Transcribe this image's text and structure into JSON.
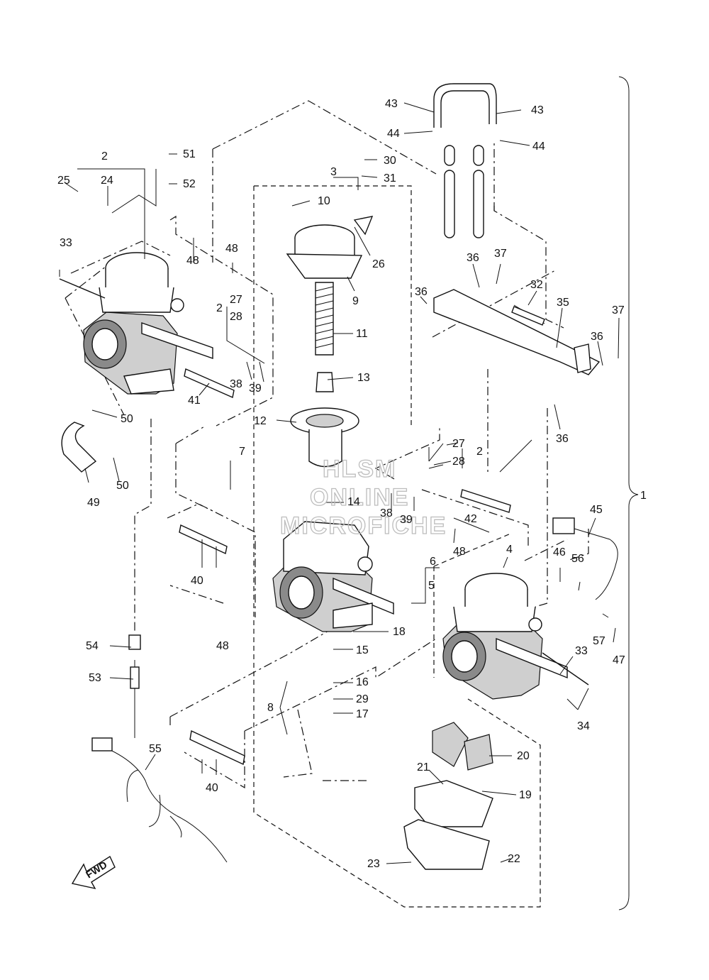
{
  "watermark": {
    "line1": "HLSM",
    "line2": "ONLINE",
    "line3": "MICROFICHE"
  },
  "direction_label": "FWD",
  "callouts": [
    {
      "id": "c1",
      "text": "1"
    },
    {
      "id": "c2a",
      "text": "2"
    },
    {
      "id": "c2b",
      "text": "2"
    },
    {
      "id": "c2c",
      "text": "2"
    },
    {
      "id": "c3",
      "text": "3"
    },
    {
      "id": "c4",
      "text": "4"
    },
    {
      "id": "c5",
      "text": "5"
    },
    {
      "id": "c6",
      "text": "6"
    },
    {
      "id": "c7",
      "text": "7"
    },
    {
      "id": "c8",
      "text": "8"
    },
    {
      "id": "c9",
      "text": "9"
    },
    {
      "id": "c10",
      "text": "10"
    },
    {
      "id": "c11",
      "text": "11"
    },
    {
      "id": "c12",
      "text": "12"
    },
    {
      "id": "c13",
      "text": "13"
    },
    {
      "id": "c14",
      "text": "14"
    },
    {
      "id": "c15",
      "text": "15"
    },
    {
      "id": "c16",
      "text": "16"
    },
    {
      "id": "c17",
      "text": "17"
    },
    {
      "id": "c18",
      "text": "18"
    },
    {
      "id": "c19",
      "text": "19"
    },
    {
      "id": "c20",
      "text": "20"
    },
    {
      "id": "c21",
      "text": "21"
    },
    {
      "id": "c22",
      "text": "22"
    },
    {
      "id": "c23",
      "text": "23"
    },
    {
      "id": "c24",
      "text": "24"
    },
    {
      "id": "c25",
      "text": "25"
    },
    {
      "id": "c26",
      "text": "26"
    },
    {
      "id": "c27a",
      "text": "27"
    },
    {
      "id": "c27b",
      "text": "27"
    },
    {
      "id": "c28a",
      "text": "28"
    },
    {
      "id": "c28b",
      "text": "28"
    },
    {
      "id": "c29",
      "text": "29"
    },
    {
      "id": "c30",
      "text": "30"
    },
    {
      "id": "c31",
      "text": "31"
    },
    {
      "id": "c32",
      "text": "32"
    },
    {
      "id": "c33a",
      "text": "33"
    },
    {
      "id": "c33b",
      "text": "33"
    },
    {
      "id": "c34",
      "text": "34"
    },
    {
      "id": "c35",
      "text": "35"
    },
    {
      "id": "c36a",
      "text": "36"
    },
    {
      "id": "c36b",
      "text": "36"
    },
    {
      "id": "c36c",
      "text": "36"
    },
    {
      "id": "c36d",
      "text": "36"
    },
    {
      "id": "c37a",
      "text": "37"
    },
    {
      "id": "c37b",
      "text": "37"
    },
    {
      "id": "c38a",
      "text": "38"
    },
    {
      "id": "c38b",
      "text": "38"
    },
    {
      "id": "c39a",
      "text": "39"
    },
    {
      "id": "c39b",
      "text": "39"
    },
    {
      "id": "c40a",
      "text": "40"
    },
    {
      "id": "c40b",
      "text": "40"
    },
    {
      "id": "c41",
      "text": "41"
    },
    {
      "id": "c42",
      "text": "42"
    },
    {
      "id": "c43a",
      "text": "43"
    },
    {
      "id": "c43b",
      "text": "43"
    },
    {
      "id": "c44a",
      "text": "44"
    },
    {
      "id": "c44b",
      "text": "44"
    },
    {
      "id": "c45",
      "text": "45"
    },
    {
      "id": "c46",
      "text": "46"
    },
    {
      "id": "c47",
      "text": "47"
    },
    {
      "id": "c48a",
      "text": "48"
    },
    {
      "id": "c48b",
      "text": "48"
    },
    {
      "id": "c48c",
      "text": "48"
    },
    {
      "id": "c48d",
      "text": "48"
    },
    {
      "id": "c49",
      "text": "49"
    },
    {
      "id": "c50a",
      "text": "50"
    },
    {
      "id": "c50b",
      "text": "50"
    },
    {
      "id": "c51",
      "text": "51"
    },
    {
      "id": "c52",
      "text": "52"
    },
    {
      "id": "c53",
      "text": "53"
    },
    {
      "id": "c54",
      "text": "54"
    },
    {
      "id": "c55",
      "text": "55"
    },
    {
      "id": "c56",
      "text": "56"
    },
    {
      "id": "c57",
      "text": "57"
    }
  ]
}
